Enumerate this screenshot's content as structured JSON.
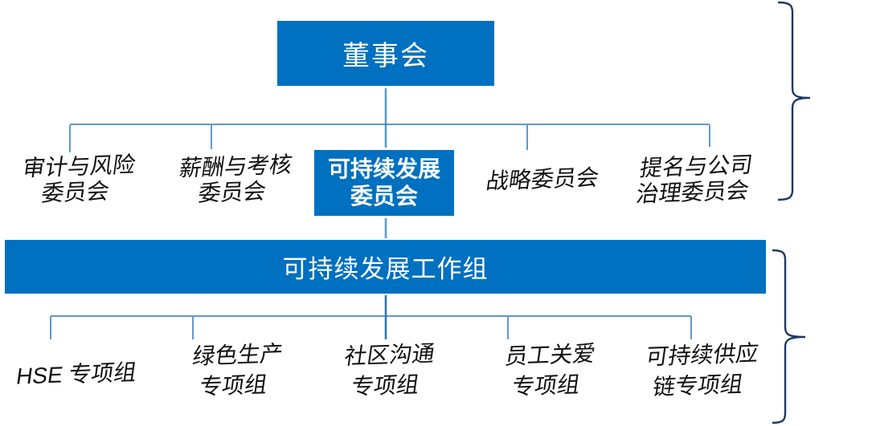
{
  "palette": {
    "page_bg": "#ffffff",
    "box_blue": "#0070C0",
    "connector_blue": "#2E75B6",
    "drop_blue": "#5B9BD5",
    "brace_navy": "#1F3864",
    "label_dark": "#111111",
    "box_text_white": "#ffffff"
  },
  "org": {
    "board": {
      "label": "董事会"
    },
    "committees": [
      {
        "line1": "审计与风险",
        "line2": "委员会"
      },
      {
        "line1": "薪酬与考核",
        "line2": "委员会"
      },
      {
        "line1": "可持续发展",
        "line2": "委员会"
      },
      {
        "line1": "战略委员会",
        "line2": ""
      },
      {
        "line1": "提名与公司",
        "line2": "治理委员会"
      }
    ],
    "working_group": {
      "label": "可持续发展工作组"
    },
    "task_groups": [
      {
        "line1": "HSE 专项组",
        "line2": ""
      },
      {
        "line1": "绿色生产",
        "line2": "专项组"
      },
      {
        "line1": "社区沟通",
        "line2": "专项组"
      },
      {
        "line1": "员工关爱",
        "line2": "专项组"
      },
      {
        "line1": "可持续供应",
        "line2": "链专项组"
      }
    ]
  }
}
